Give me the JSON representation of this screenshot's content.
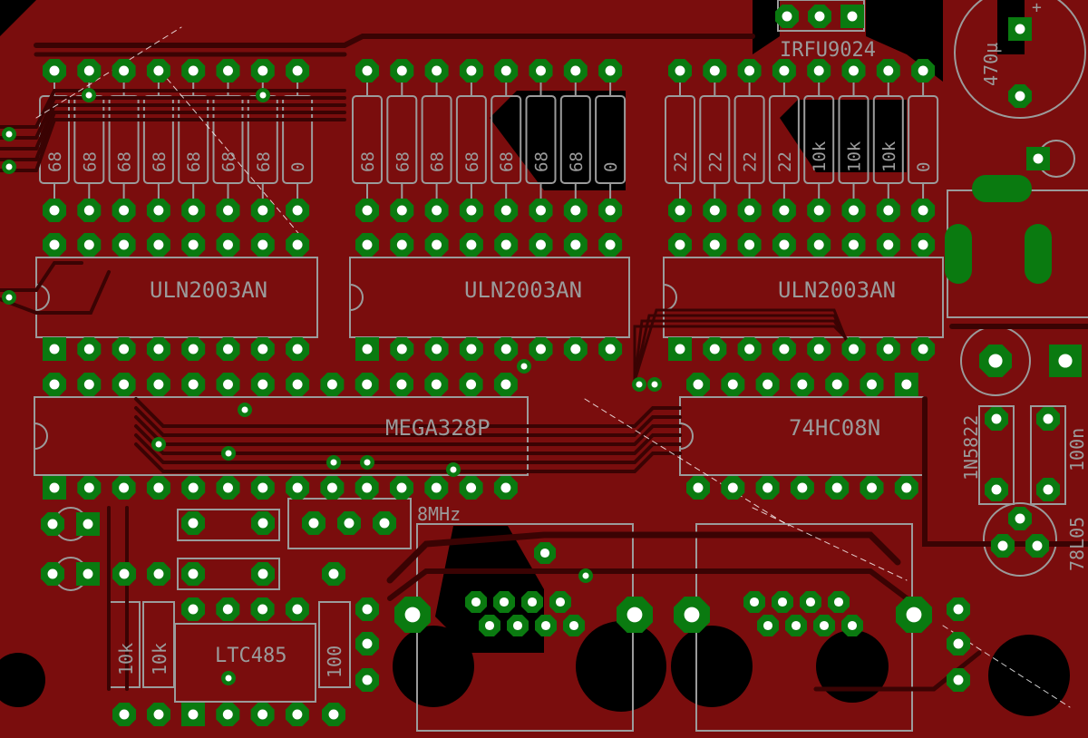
{
  "colors": {
    "background": "#000000",
    "copper": "#7a0d0d",
    "trace": "#3a0303",
    "pad": "#0a7a10",
    "hole": "#ffffff",
    "silk": "#9b9b9b",
    "highlight": "#ff2020"
  },
  "labels": {
    "mosfet": "IRFU9024",
    "cap_main": "470µ",
    "plus": "+",
    "uln1": "ULN2003AN",
    "uln2": "ULN2003AN",
    "uln3": "ULN2003AN",
    "mcu": "MEGA328P",
    "logic": "74HC08N",
    "crystal": "8MHz",
    "rs485": "LTC485",
    "diode": "1N5822",
    "cap_small": "100n",
    "regulator": "78L05",
    "r_pull1": "10k",
    "r_pull2": "10k",
    "r_term": "100"
  },
  "resistor_values": {
    "bank1": [
      "68",
      "68",
      "68",
      "68",
      "68",
      "68",
      "68",
      "0"
    ],
    "bank2": [
      "68",
      "68",
      "68",
      "68",
      "68",
      "68",
      "68",
      "0"
    ],
    "bank3": [
      "22",
      "22",
      "22",
      "22",
      "10k",
      "10k",
      "10k",
      "0"
    ]
  }
}
